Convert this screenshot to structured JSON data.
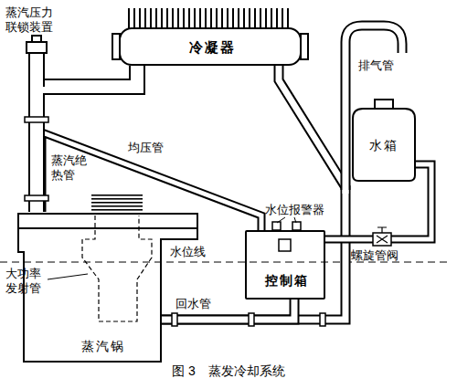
{
  "diagram": {
    "caption": "图 3　蒸发冷却系统",
    "nodes": [
      {
        "text": [
          "冷凝器"
        ]
      },
      {
        "text": [
          "水箱"
        ]
      },
      {
        "text": [
          "控制箱"
        ]
      },
      {
        "text": [
          "蒸汽锅"
        ]
      }
    ],
    "edges": [
      {
        "from": 3,
        "to": 0,
        "arrow": "none"
      },
      {
        "from": 0,
        "to": 3,
        "arrow": "none"
      },
      {
        "from": 3,
        "to": 2,
        "label": "均压管",
        "arrow": "none"
      },
      {
        "from": 2,
        "to": 3,
        "label": "回水管",
        "arrow": "none"
      },
      {
        "from": 1,
        "to": 2,
        "label": "螺旋管阀",
        "arrow": "none"
      }
    ],
    "labels": [
      "蒸汽压力联锁装置",
      "排气管",
      "蒸汽绝热管",
      "水位报警器",
      "水位线",
      "大功率发射管"
    ]
  }
}
